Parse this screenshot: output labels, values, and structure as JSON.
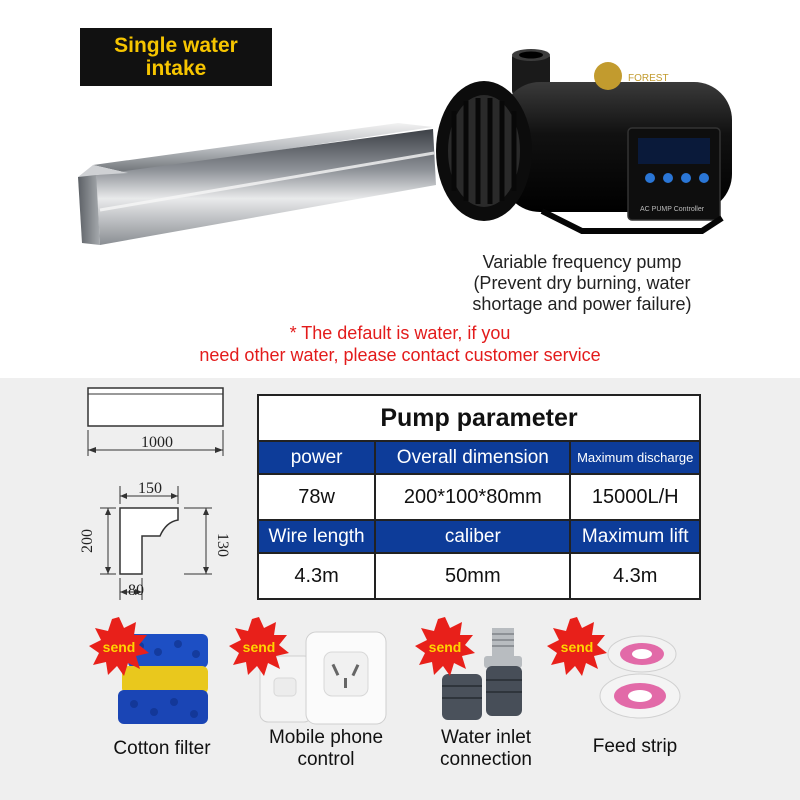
{
  "badge": {
    "text": "Single water intake"
  },
  "pump": {
    "caption_line1": "Variable frequency pump",
    "caption_line2": "(Prevent dry burning, water",
    "caption_line3": "shortage and power failure)",
    "controller_label": "AC PUMP Controller"
  },
  "notice": {
    "line1": "* The default is water, if you",
    "line2": "need other water, please contact customer service"
  },
  "dimensions": {
    "front_width": "1000",
    "side_top": "150",
    "side_height_left": "200",
    "side_height_right": "130",
    "side_bottom": "80"
  },
  "params": {
    "title": "Pump parameter",
    "headers_row1": [
      "power",
      "Overall dimension",
      "Maximum discharge"
    ],
    "values_row1": [
      "78w",
      "200*100*80mm",
      "15000L/H"
    ],
    "headers_row2": [
      "Wire length",
      "caliber",
      "Maximum lift"
    ],
    "values_row2": [
      "4.3m",
      "50mm",
      "4.3m"
    ]
  },
  "accessories": [
    {
      "badge": "send",
      "label_line1": "Cotton filter",
      "label_line2": ""
    },
    {
      "badge": "send",
      "label_line1": "Mobile phone",
      "label_line2": "control"
    },
    {
      "badge": "send",
      "label_line1": "Water inlet",
      "label_line2": "connection"
    },
    {
      "badge": "send",
      "label_line1": "Feed strip",
      "label_line2": ""
    }
  ],
  "colors": {
    "badge_bg": "#111111",
    "badge_text": "#f6c500",
    "table_header": "#0d3c99",
    "notice": "#e31b1b",
    "send_badge": "#e8201a"
  }
}
